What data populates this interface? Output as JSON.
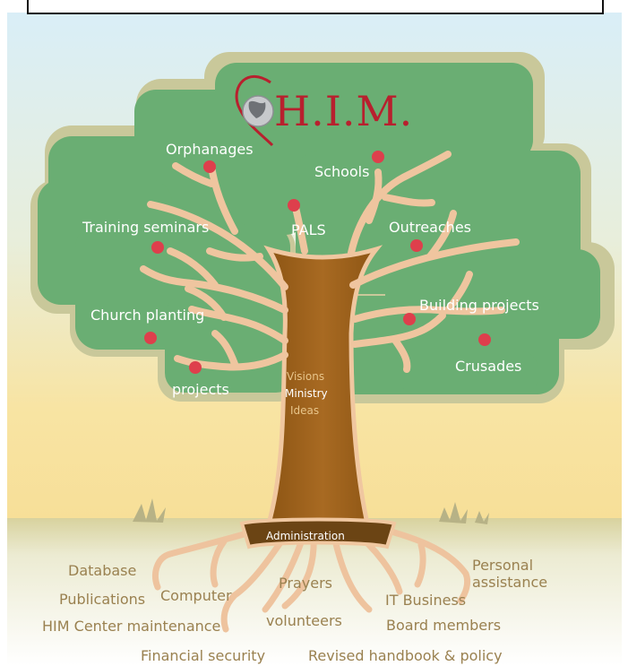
{
  "logo": {
    "text": "H.I.M."
  },
  "canopy_labels": {
    "orphanages": "Orphanages",
    "schools": "Schools",
    "training": "Training seminars",
    "pals": "PALS",
    "outreaches": "Outreaches",
    "church": "Church planting",
    "building": "Building projects",
    "crusades": "Crusades",
    "projects": "projects"
  },
  "trunk_labels": {
    "visions": "Visions",
    "ministry": "Ministry",
    "ideas": "Ideas"
  },
  "root_labels": {
    "administration": "Administration",
    "database": "Database",
    "publications": "Publications",
    "computer": "Computer",
    "him_center": "HIM Center maintenance",
    "financial": "Financial security",
    "prayers": "Prayers",
    "volunteers": "volunteers",
    "personal": "Personal",
    "assistance": "assistance",
    "it_business": "IT Business",
    "board": "Board members",
    "handbook": "Revised handbook & policy"
  },
  "colors": {
    "sky": "#dceef5",
    "horizon": "#f7e3a6",
    "canopy": "#6aae73",
    "canopy_outline": "#c7c89b",
    "trunk": "#9b5f1a",
    "branch": "#f0c7a0",
    "fruit": "#de3f4c",
    "logo": "#b8202e"
  }
}
